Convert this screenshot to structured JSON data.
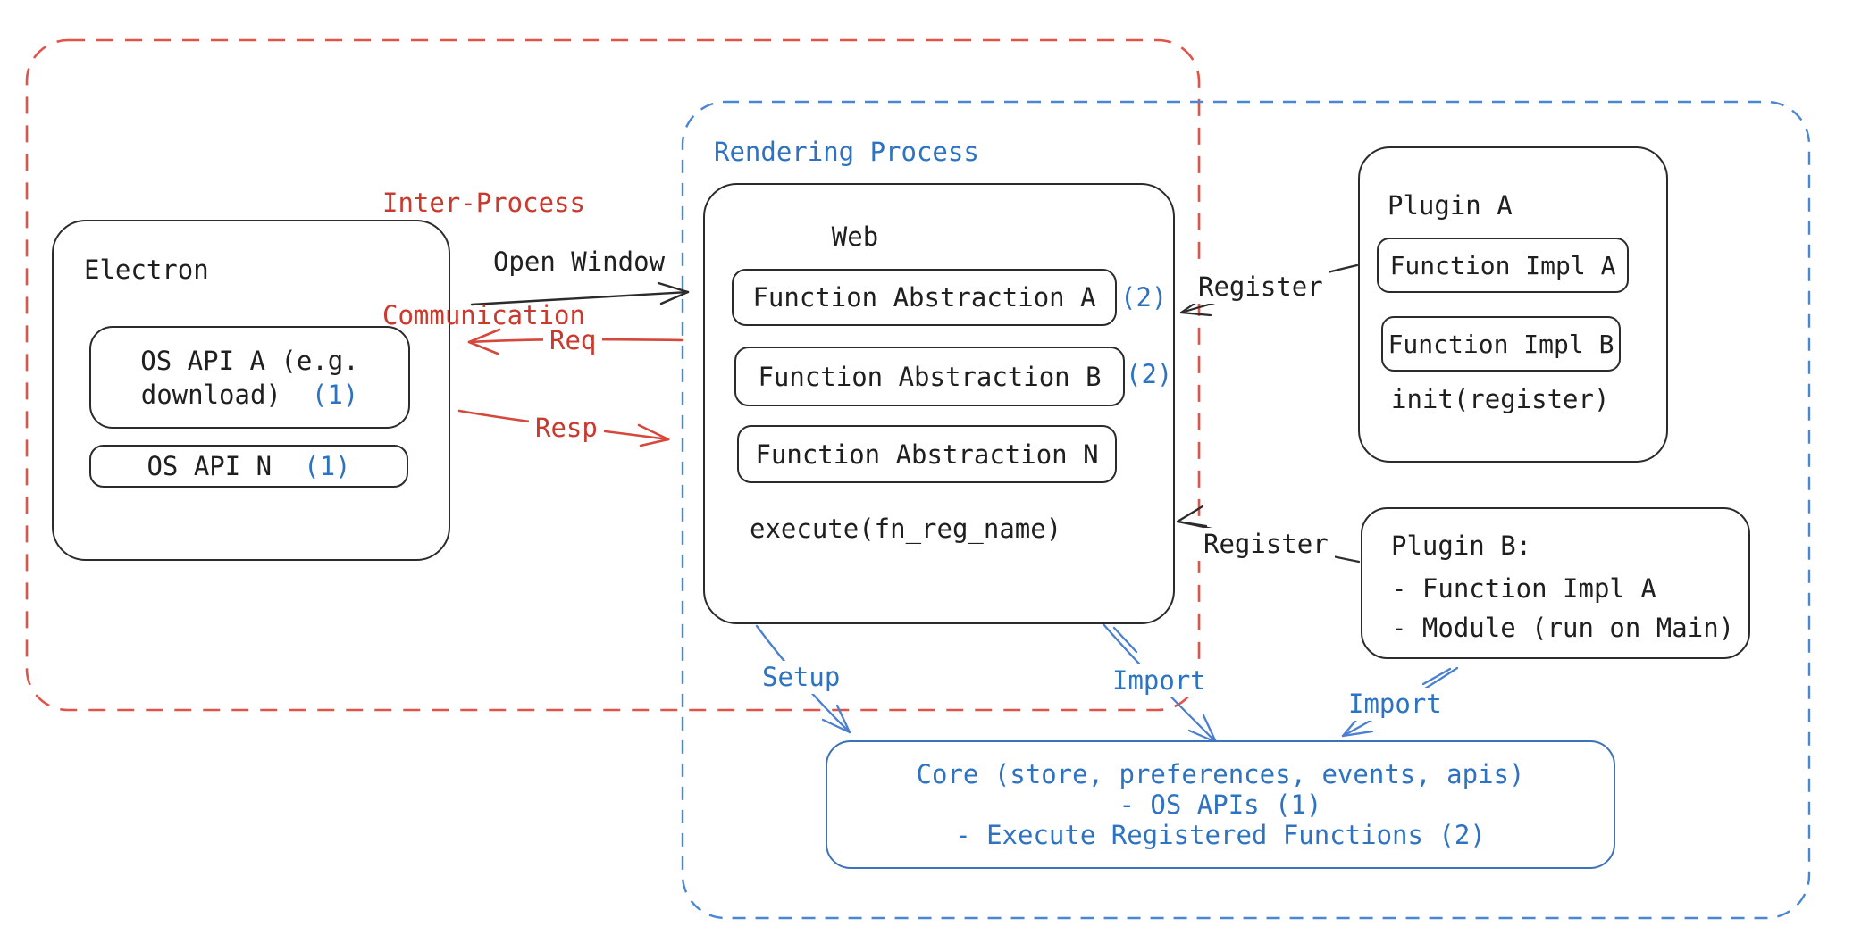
{
  "colors": {
    "black": "#1f1f1f",
    "red_text": "#c9392e",
    "red_line": "#d6473c",
    "red_dash": "#e05348",
    "blue_text": "#2e73c2",
    "blue_line": "#4a80cf",
    "blue_dash": "#4b86d3",
    "core_border": "#3c72ba"
  },
  "ipc_region": {
    "label_line1": "Inter-Process",
    "label_line2": "Communication"
  },
  "rendering_region": {
    "label": "Rendering Process"
  },
  "electron": {
    "title": "Electron",
    "os_api_a_line1": "OS API A (e.g.",
    "os_api_a_line2": "download)",
    "os_api_a_badge": "(1)",
    "os_api_n": "OS API N",
    "os_api_n_badge": "(1)"
  },
  "web": {
    "title": "Web",
    "fa_a": "Function Abstraction A",
    "fa_a_badge": "(2)",
    "fa_b": "Function Abstraction B",
    "fa_b_badge": "(2)",
    "fa_n": "Function Abstraction N",
    "execute": "execute(fn_reg_name)"
  },
  "plugin_a": {
    "title": "Plugin A",
    "impl_a": "Function Impl A",
    "impl_b": "Function Impl B",
    "init": "init(register)"
  },
  "plugin_b": {
    "title": "Plugin B:",
    "item1": "- Function Impl A",
    "item2": "- Module (run on Main)"
  },
  "core": {
    "line1": "Core (store, preferences, events, apis)",
    "line2": "- OS APIs (1)",
    "line3": "- Execute Registered Functions (2)"
  },
  "arrows": {
    "open_window": "Open Window",
    "req": "Req",
    "resp": "Resp",
    "register_top": "Register",
    "register_bottom": "Register",
    "setup": "Setup",
    "import_mid": "Import",
    "import_right": "Import"
  }
}
